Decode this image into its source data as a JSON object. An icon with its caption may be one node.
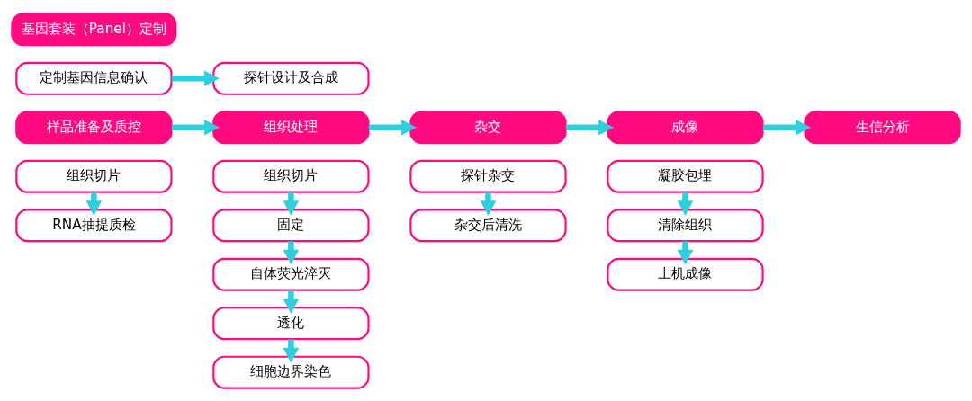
{
  "diagram": {
    "nodes": [
      {
        "text": [
          "基因套装（Panel）定制"
        ]
      },
      {
        "text": [
          "定制基因信息确认"
        ]
      },
      {
        "text": [
          "探针设计及合成"
        ]
      },
      {
        "text": [
          "样品准备及质控"
        ]
      },
      {
        "text": [
          "组织处理"
        ]
      },
      {
        "text": [
          "杂交"
        ]
      },
      {
        "text": [
          "成像"
        ]
      },
      {
        "text": [
          "生信分析"
        ]
      },
      {
        "text": [
          "组织切片"
        ]
      },
      {
        "text": [
          "RNA抽提质检"
        ]
      },
      {
        "text": [
          "组织切片"
        ]
      },
      {
        "text": [
          "固定"
        ]
      },
      {
        "text": [
          "自体荧光淬灭"
        ]
      },
      {
        "text": [
          "透化"
        ]
      },
      {
        "text": [
          "细胞边界染色"
        ]
      },
      {
        "text": [
          "探针杂交"
        ]
      },
      {
        "text": [
          "杂交后清洗"
        ]
      },
      {
        "text": [
          "凝胶包埋"
        ]
      },
      {
        "text": [
          "清除组织"
        ]
      },
      {
        "text": [
          "上机成像"
        ]
      }
    ],
    "edges": [
      {
        "from": 1,
        "to": 2,
        "arrow": "to"
      },
      {
        "from": 3,
        "to": 4,
        "arrow": "to"
      },
      {
        "from": 4,
        "to": 5,
        "arrow": "to"
      },
      {
        "from": 5,
        "to": 6,
        "arrow": "to"
      },
      {
        "from": 6,
        "to": 7,
        "arrow": "to"
      },
      {
        "from": 8,
        "to": 9,
        "arrow": "to"
      },
      {
        "from": 10,
        "to": 11,
        "arrow": "to"
      },
      {
        "from": 11,
        "to": 12,
        "arrow": "to"
      },
      {
        "from": 12,
        "to": 13,
        "arrow": "to"
      },
      {
        "from": 13,
        "to": 14,
        "arrow": "to"
      },
      {
        "from": 15,
        "to": 16,
        "arrow": "to"
      },
      {
        "from": 17,
        "to": 18,
        "arrow": "to"
      },
      {
        "from": 18,
        "to": 19,
        "arrow": "to"
      }
    ]
  }
}
